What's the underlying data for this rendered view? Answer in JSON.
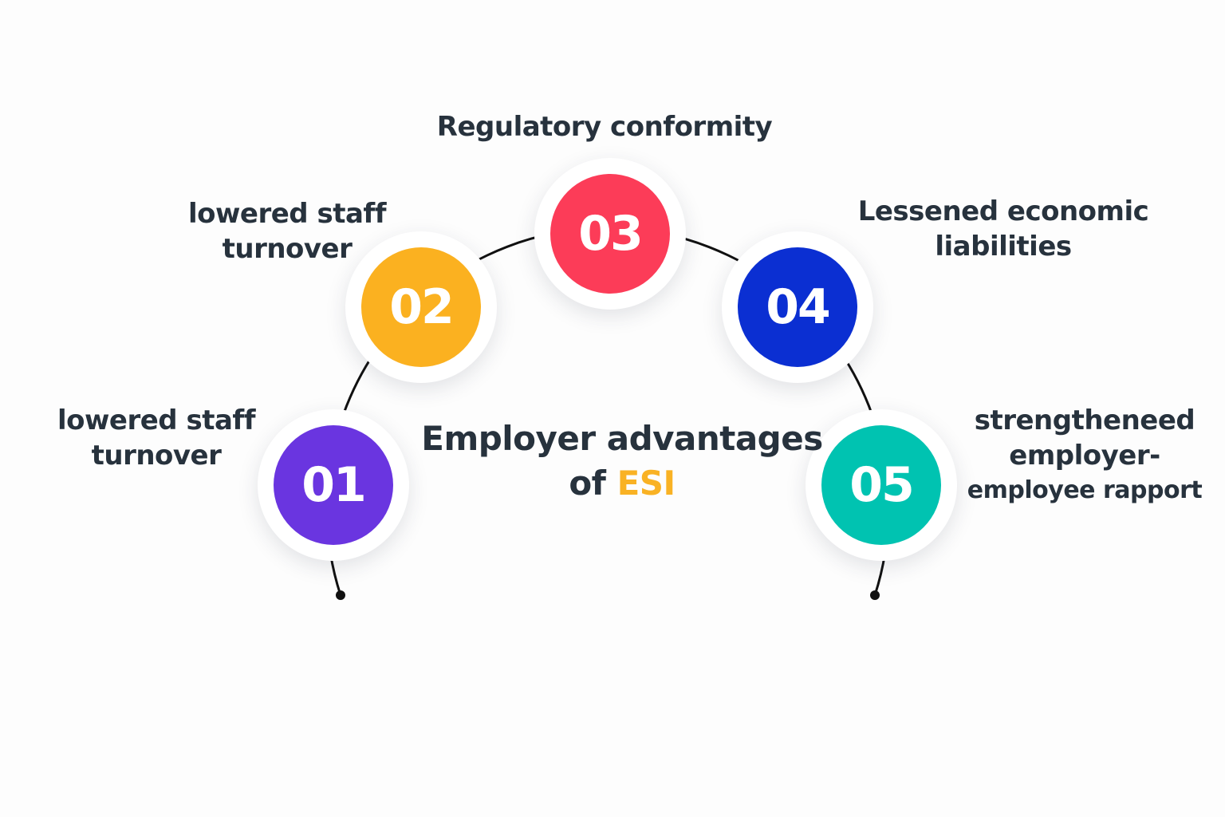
{
  "title": {
    "line1": "Employer advantages",
    "line2_prefix": "of ",
    "line2_accent": "ESI",
    "accent_color": "#f9b224"
  },
  "items": [
    {
      "number": "01",
      "color": "#6a35e0",
      "label_lines": [
        "lowered staff",
        "turnover"
      ]
    },
    {
      "number": "02",
      "color": "#fbb120",
      "label_lines": [
        "lowered staff",
        "turnover"
      ]
    },
    {
      "number": "03",
      "color": "#fc3c58",
      "label_lines": [
        "Regulatory conformity"
      ]
    },
    {
      "number": "04",
      "color": "#0b2fd2",
      "label_lines": [
        "Lessened economic",
        "liabilities"
      ]
    },
    {
      "number": "05",
      "color": "#00c3b1",
      "label_lines": [
        "strengtheneed",
        "employer-",
        "employee  rapport"
      ]
    }
  ],
  "arc_color": "#111111"
}
